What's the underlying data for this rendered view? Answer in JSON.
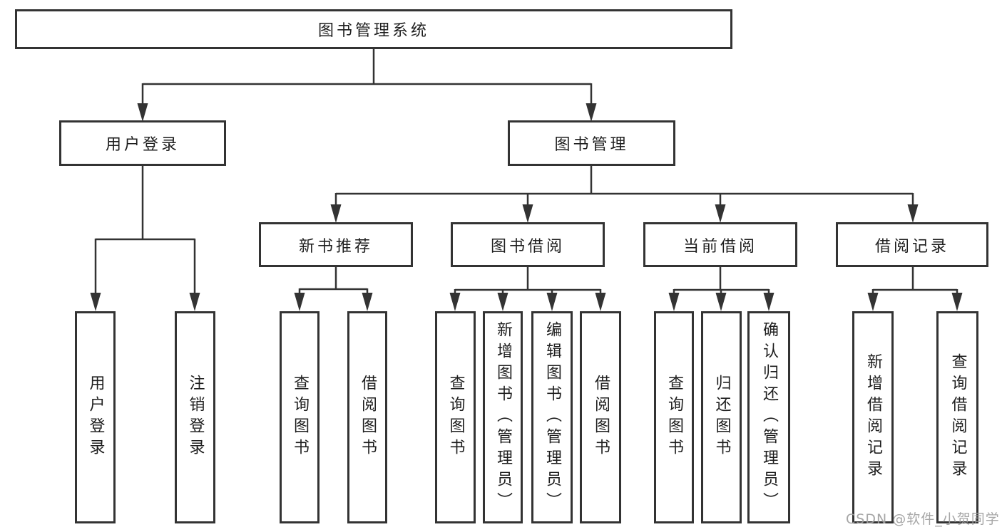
{
  "diagram": {
    "root": {
      "label": "图书管理系统"
    },
    "branches": [
      {
        "label": "用户登录",
        "children": [
          {
            "label": "用户登录"
          },
          {
            "label": "注销登录"
          }
        ]
      },
      {
        "label": "图书管理",
        "children": [
          {
            "label": "新书推荐",
            "children": [
              {
                "label": "查询图书"
              },
              {
                "label": "借阅图书"
              }
            ]
          },
          {
            "label": "图书借阅",
            "children": [
              {
                "label": "查询图书"
              },
              {
                "label": "新增图书（管理员）"
              },
              {
                "label": "编辑图书（管理员）"
              },
              {
                "label": "借阅图书"
              }
            ]
          },
          {
            "label": "当前借阅",
            "children": [
              {
                "label": "查询图书"
              },
              {
                "label": "归还图书"
              },
              {
                "label": "确认归还（管理员）"
              }
            ]
          },
          {
            "label": "借阅记录",
            "children": [
              {
                "label": "新增借阅记录"
              },
              {
                "label": "查询借阅记录"
              }
            ]
          }
        ]
      }
    ]
  },
  "watermark": {
    "text": "CSDN @软件_小贺同学"
  },
  "colors": {
    "line": "#333333",
    "text": "#1e1e1e",
    "background": "#ffffff",
    "watermark": "#9e9e9e"
  }
}
